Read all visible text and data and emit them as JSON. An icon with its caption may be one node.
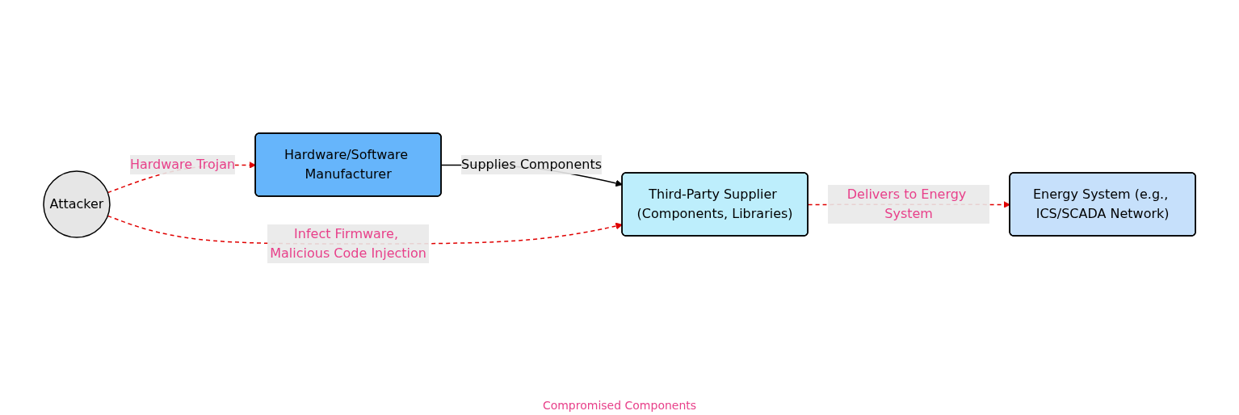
{
  "diagram": {
    "nodes": [
      {
        "text": [
          "Hardware/Software Manufacturer"
        ]
      },
      {
        "text": [
          "Third-Party Supplier (Components, Libraries)"
        ]
      },
      {
        "text": [
          "Energy System (e.g., ICS/SCADA Network)"
        ]
      },
      {
        "text": [
          "Attacker"
        ]
      }
    ],
    "edges": [
      {
        "from": 0,
        "to": 1,
        "arrow": "to",
        "label": "Supplies Components",
        "color": "#000000"
      },
      {
        "from": 1,
        "to": 2,
        "arrow": "to",
        "label": "Delivers to Energy System",
        "style": "dashed"
      },
      {
        "from": 3,
        "to": 0,
        "arrow": "to",
        "label": "Hardware Trojan",
        "style": "dashed"
      },
      {
        "from": 3,
        "to": 1,
        "arrow": "to",
        "label": "Infect Firmware, Malicious Code Injection",
        "style": "dashed"
      }
    ],
    "labels": [
      "Compromised Components"
    ]
  }
}
